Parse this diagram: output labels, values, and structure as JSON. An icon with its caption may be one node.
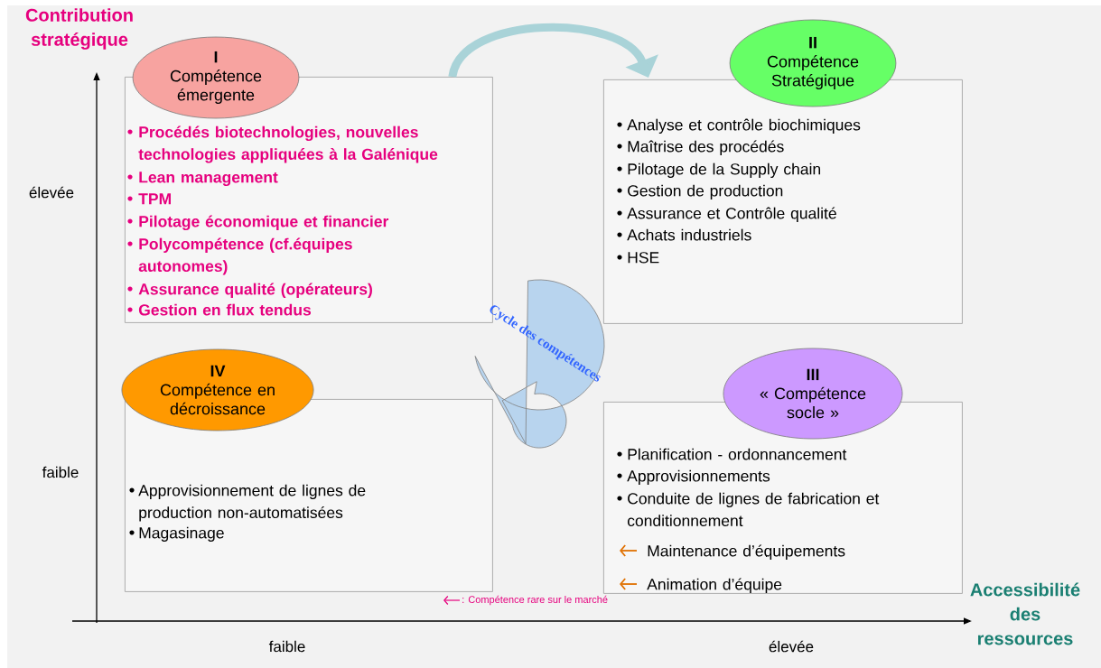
{
  "diagram": {
    "nodes": [
      {
        "text": [
          "I",
          "Compétence émergente"
        ]
      },
      {
        "text": [
          "Procédés biotechnologies, nouvelles technologies appliquées à la Galénique",
          "Lean management",
          "TPM",
          "Pilotage économique et financier",
          "Polycompétence (cf.équipes autonomes)",
          "Assurance qualité (opérateurs)",
          "Gestion en flux tendus"
        ]
      },
      {
        "text": [
          "II",
          "Compétence Stratégique"
        ]
      },
      {
        "text": [
          "Analyse et contrôle biochimiques",
          "Maîtrise des procédés",
          "Pilotage de la Supply chain",
          "Gestion de production",
          "Assurance et Contrôle qualité",
          "Achats industriels",
          "HSE"
        ]
      },
      {
        "text": [
          "Cycle des compétences"
        ]
      },
      {
        "text": [
          "IV",
          "Compétence en décroissance"
        ]
      },
      {
        "text": [
          "Approvisionnement de lignes de production non-automatisées",
          "Magasinage"
        ]
      },
      {
        "text": [
          "III",
          "« Compétence socle »"
        ]
      },
      {
        "text": [
          "Planification - ordonnancement",
          "Approvisionnements",
          "Conduite de lignes de fabrication et conditionnement",
          "Maintenance d’équipements",
          "Animation d’équipe"
        ]
      }
    ],
    "edges": [
      {
        "from": 1,
        "to": 3,
        "arrow": "to"
      }
    ],
    "labels": [
      "Contribution stratégique",
      "élevée",
      "faible",
      "Accessibilité des ressources",
      "faible",
      "élevée"
    ],
    "legend": [
      {
        "text": ": Compétence rare sur le marché"
      }
    ]
  }
}
